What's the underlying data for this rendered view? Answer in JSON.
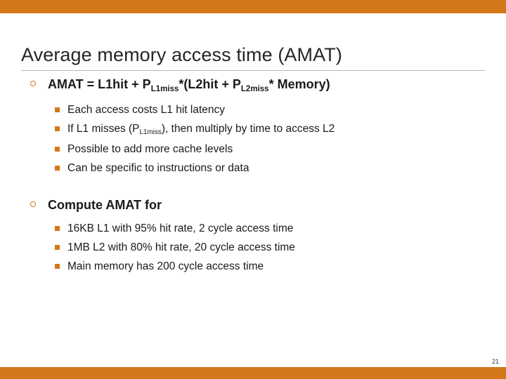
{
  "slide": {
    "title": "Average memory access time (AMAT)",
    "page_number": "21",
    "accent_color": "#D4761A",
    "sections": [
      {
        "heading_parts": [
          {
            "text": "AMAT = L1hit + P",
            "sub": false
          },
          {
            "text": "L1miss",
            "sub": true
          },
          {
            "text": "*(L2hit + P",
            "sub": false
          },
          {
            "text": "L2miss",
            "sub": true
          },
          {
            "text": "* Memory)",
            "sub": false
          }
        ],
        "items": [
          [
            {
              "text": "Each access costs L1 hit latency",
              "sub": false
            }
          ],
          [
            {
              "text": "If L1 misses (P",
              "sub": false
            },
            {
              "text": "L1miss",
              "sub": true
            },
            {
              "text": "), then multiply by time to access L2",
              "sub": false
            }
          ],
          [
            {
              "text": "Possible to add more cache levels",
              "sub": false
            }
          ],
          [
            {
              "text": "Can be specific to instructions or data",
              "sub": false
            }
          ]
        ]
      },
      {
        "heading_parts": [
          {
            "text": "Compute AMAT for",
            "sub": false
          }
        ],
        "items": [
          [
            {
              "text": "16KB L1 with 95% hit rate, 2 cycle access time",
              "sub": false
            }
          ],
          [
            {
              "text": "1MB L2 with 80% hit rate, 20 cycle access time",
              "sub": false
            }
          ],
          [
            {
              "text": "Main memory has 200 cycle access time",
              "sub": false
            }
          ]
        ]
      }
    ]
  }
}
